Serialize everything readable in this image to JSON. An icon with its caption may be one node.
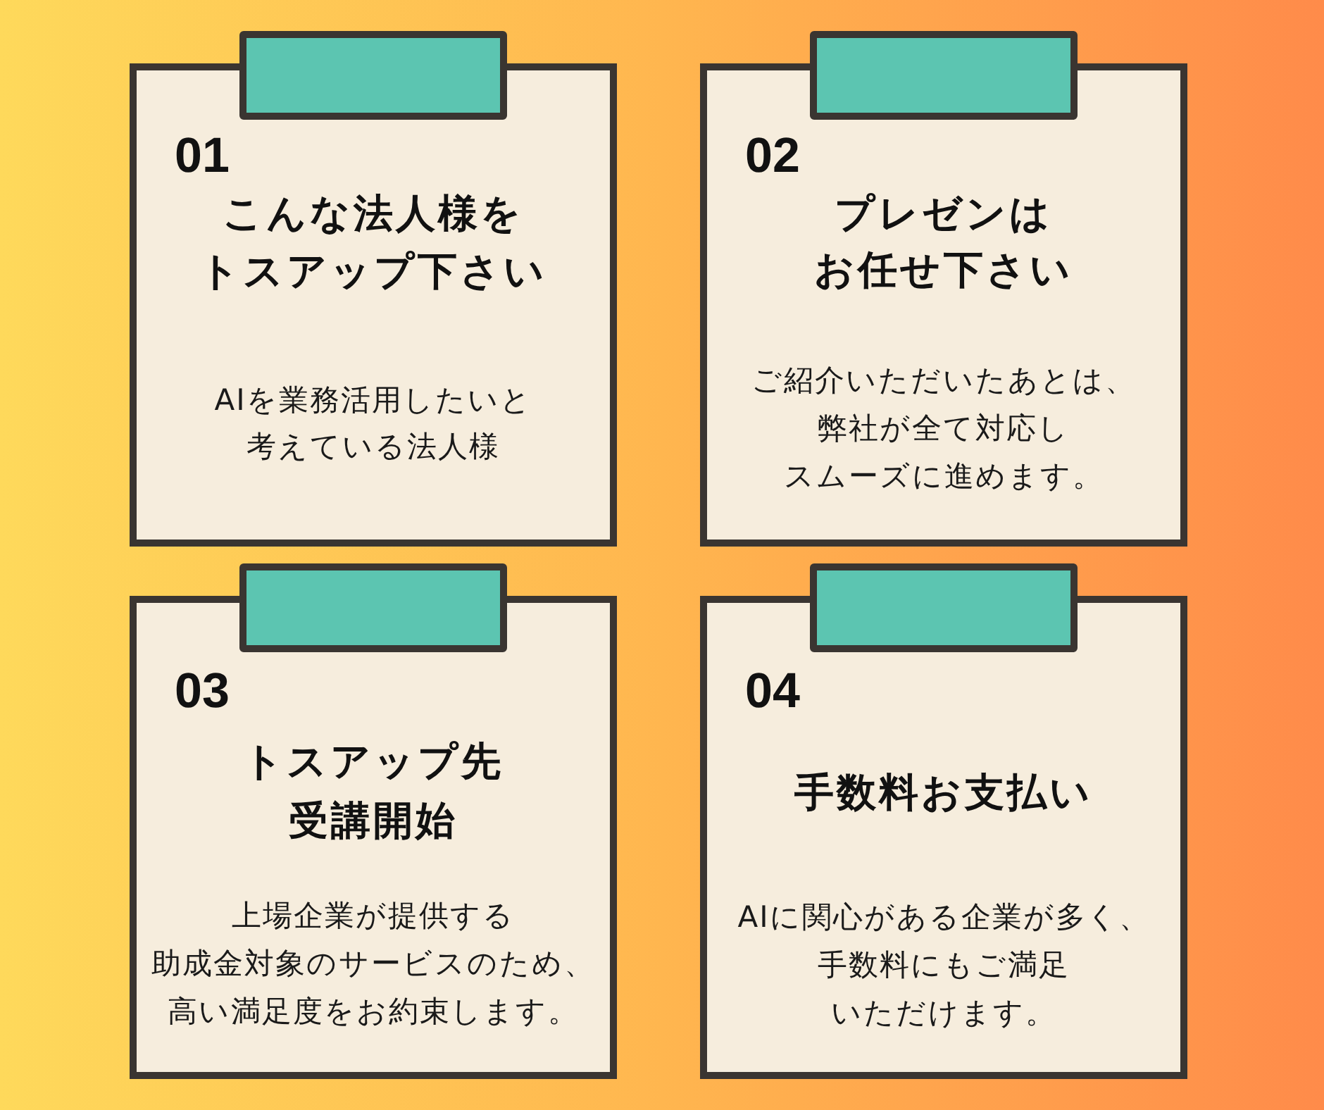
{
  "diagram": {
    "nodes": [
      {
        "text": [
          "01",
          "こんな法人様をトスアップ下さい",
          "AIを業務活用したいと考えている法人様"
        ]
      },
      {
        "text": [
          "02",
          "プレゼンはお任せ下さい",
          "ご紹介いただいたあとは、弊社が全て対応しスムーズに進めます。"
        ]
      },
      {
        "text": [
          "03",
          "トスアップ先受講開始",
          "上場企業が提供する助成金対象のサービスのため、高い満足度をお約束します。"
        ]
      },
      {
        "text": [
          "04",
          "手数料お支払い",
          "AIに関心がある企業が多く、手数料にもご満足いただけます。"
        ]
      }
    ]
  }
}
